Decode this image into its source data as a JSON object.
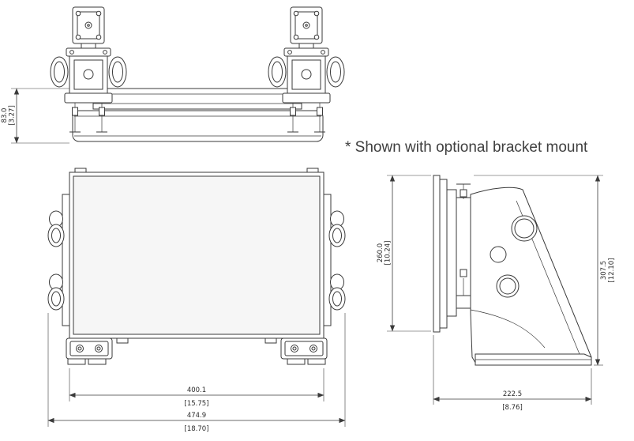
{
  "note": "* Shown with optional bracket mount",
  "colors": {
    "line": "#3a3a3a",
    "dim_text": "#2b2b2b",
    "note_text": "#3f3f3f",
    "background": "#ffffff"
  },
  "views": {
    "top": {
      "dims": {
        "base_height": {
          "mm": "83.0",
          "inch": "[3.27]"
        }
      }
    },
    "front": {
      "dims": {
        "display_width": {
          "mm": "400.1",
          "inch": "[15.75]"
        },
        "overall_width": {
          "mm": "474.9",
          "inch": "[18.70]"
        }
      }
    },
    "side": {
      "dims": {
        "panel_height": {
          "mm": "260.0",
          "inch": "[10.24]"
        },
        "overall_height": {
          "mm": "307.5",
          "inch": "[12.10]"
        },
        "overall_depth": {
          "mm": "222.5",
          "inch": "[8.76]"
        }
      }
    }
  }
}
